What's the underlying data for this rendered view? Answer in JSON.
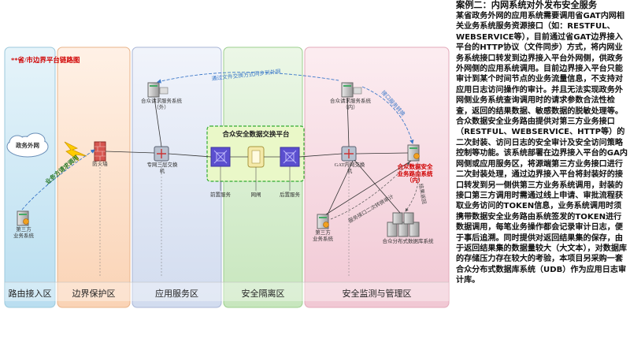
{
  "zones": {
    "internet": "路由接入区",
    "border": "边界保护区",
    "app": "应用服务区",
    "isolation": "安全隔离区",
    "monitor": "安全监测与管理区"
  },
  "header_link": "**省/市边界平台链路图",
  "platform": {
    "title": "合众安全数据交换平台",
    "front_server": "前置服务",
    "gate": "网闸",
    "back_server": "后置服务"
  },
  "nodes": {
    "cloud": "政务外网",
    "firewall": "防火墙",
    "switch_outer": "专网三层交换机",
    "request_server_outer": "合众请求服务系统\n（外）",
    "request_server_inner": "合众请求服务系统\n（内）",
    "gat_switch": "GAT内网交换机",
    "router_inner": "合众数据安全\n业务路由系统\n（内）",
    "third_party_left": "第三方\n业务系统",
    "third_party_right": "第三方\n业务系统",
    "distributed_db": "合众分布式数据库系统"
  },
  "edges": {
    "sync": "通过文件交换方式同步到外网",
    "business_call": "业务方请求调用",
    "interface_forward": "接口服务转换",
    "interface_audit": "服务接口二次转换审计",
    "result_return": "结果返回"
  },
  "text": {
    "title": "案例二：内网系统对外发布安全服务",
    "p1": "某省政务外网的应用系统需要调用省GAT内网相关业务系统服务资源接口（如：RESTFUL、WEBSERVICE等），目前通过省GAT边界接入平台的HTTP协议（文件同步）方式，将内网业务系统接口转发到边界接入平台外网侧，供政务外网侧的应用系统调用。目前边界接入平台只能审计到某个时间节点的业务流量信息，不支持对应用日志访问操作的审计。并且无法实现政务外网侧业务系统查询调用时的请求参数合法性检查，返回的结果数据、敏感数据的脱敏处理等。",
    "p2": "合众数据安全业务路由提供对第三方业务接口（RESTFUL、WEBSERVICE、HTTP等）的二次封装、访问日志的安全审计及安全访问策略控制等功能。该系统部署在边界接入平台的GA内网侧或应用服务区，将源端第三方业务接口进行二次封装处理，通过边界接入平台将封装好的接口转发到另一侧供第三方业务系统调用，封装的接口第三方调用时需通过线上申请、审批流程获取业务访问的TOKEN信息，业务系统调用时须携带数据安全业务路由系统签发的TOKEN进行数据调用，每笔业务操作都会记录审计日志，便于事后追溯。同时提供对返回结果集的保存，由于返回结果集的数据量较大（大文本），对数据库的存储压力存在较大的考验，本项目另采购一套合众分布式数据库系统（UDB）作为应用日志审计库。"
  },
  "colors": {
    "internet_zone": "#cfe9f3",
    "border_zone": "#fde3cf",
    "app_zone": "#e4eaf5",
    "isolation_zone": "#dcefd6",
    "monitor_zone": "#f8dfe6",
    "platform_fill": "#eaf8c8",
    "platform_border": "#33aa33",
    "accent_red": "#d00000",
    "device_purple": "#5b4fcf"
  }
}
